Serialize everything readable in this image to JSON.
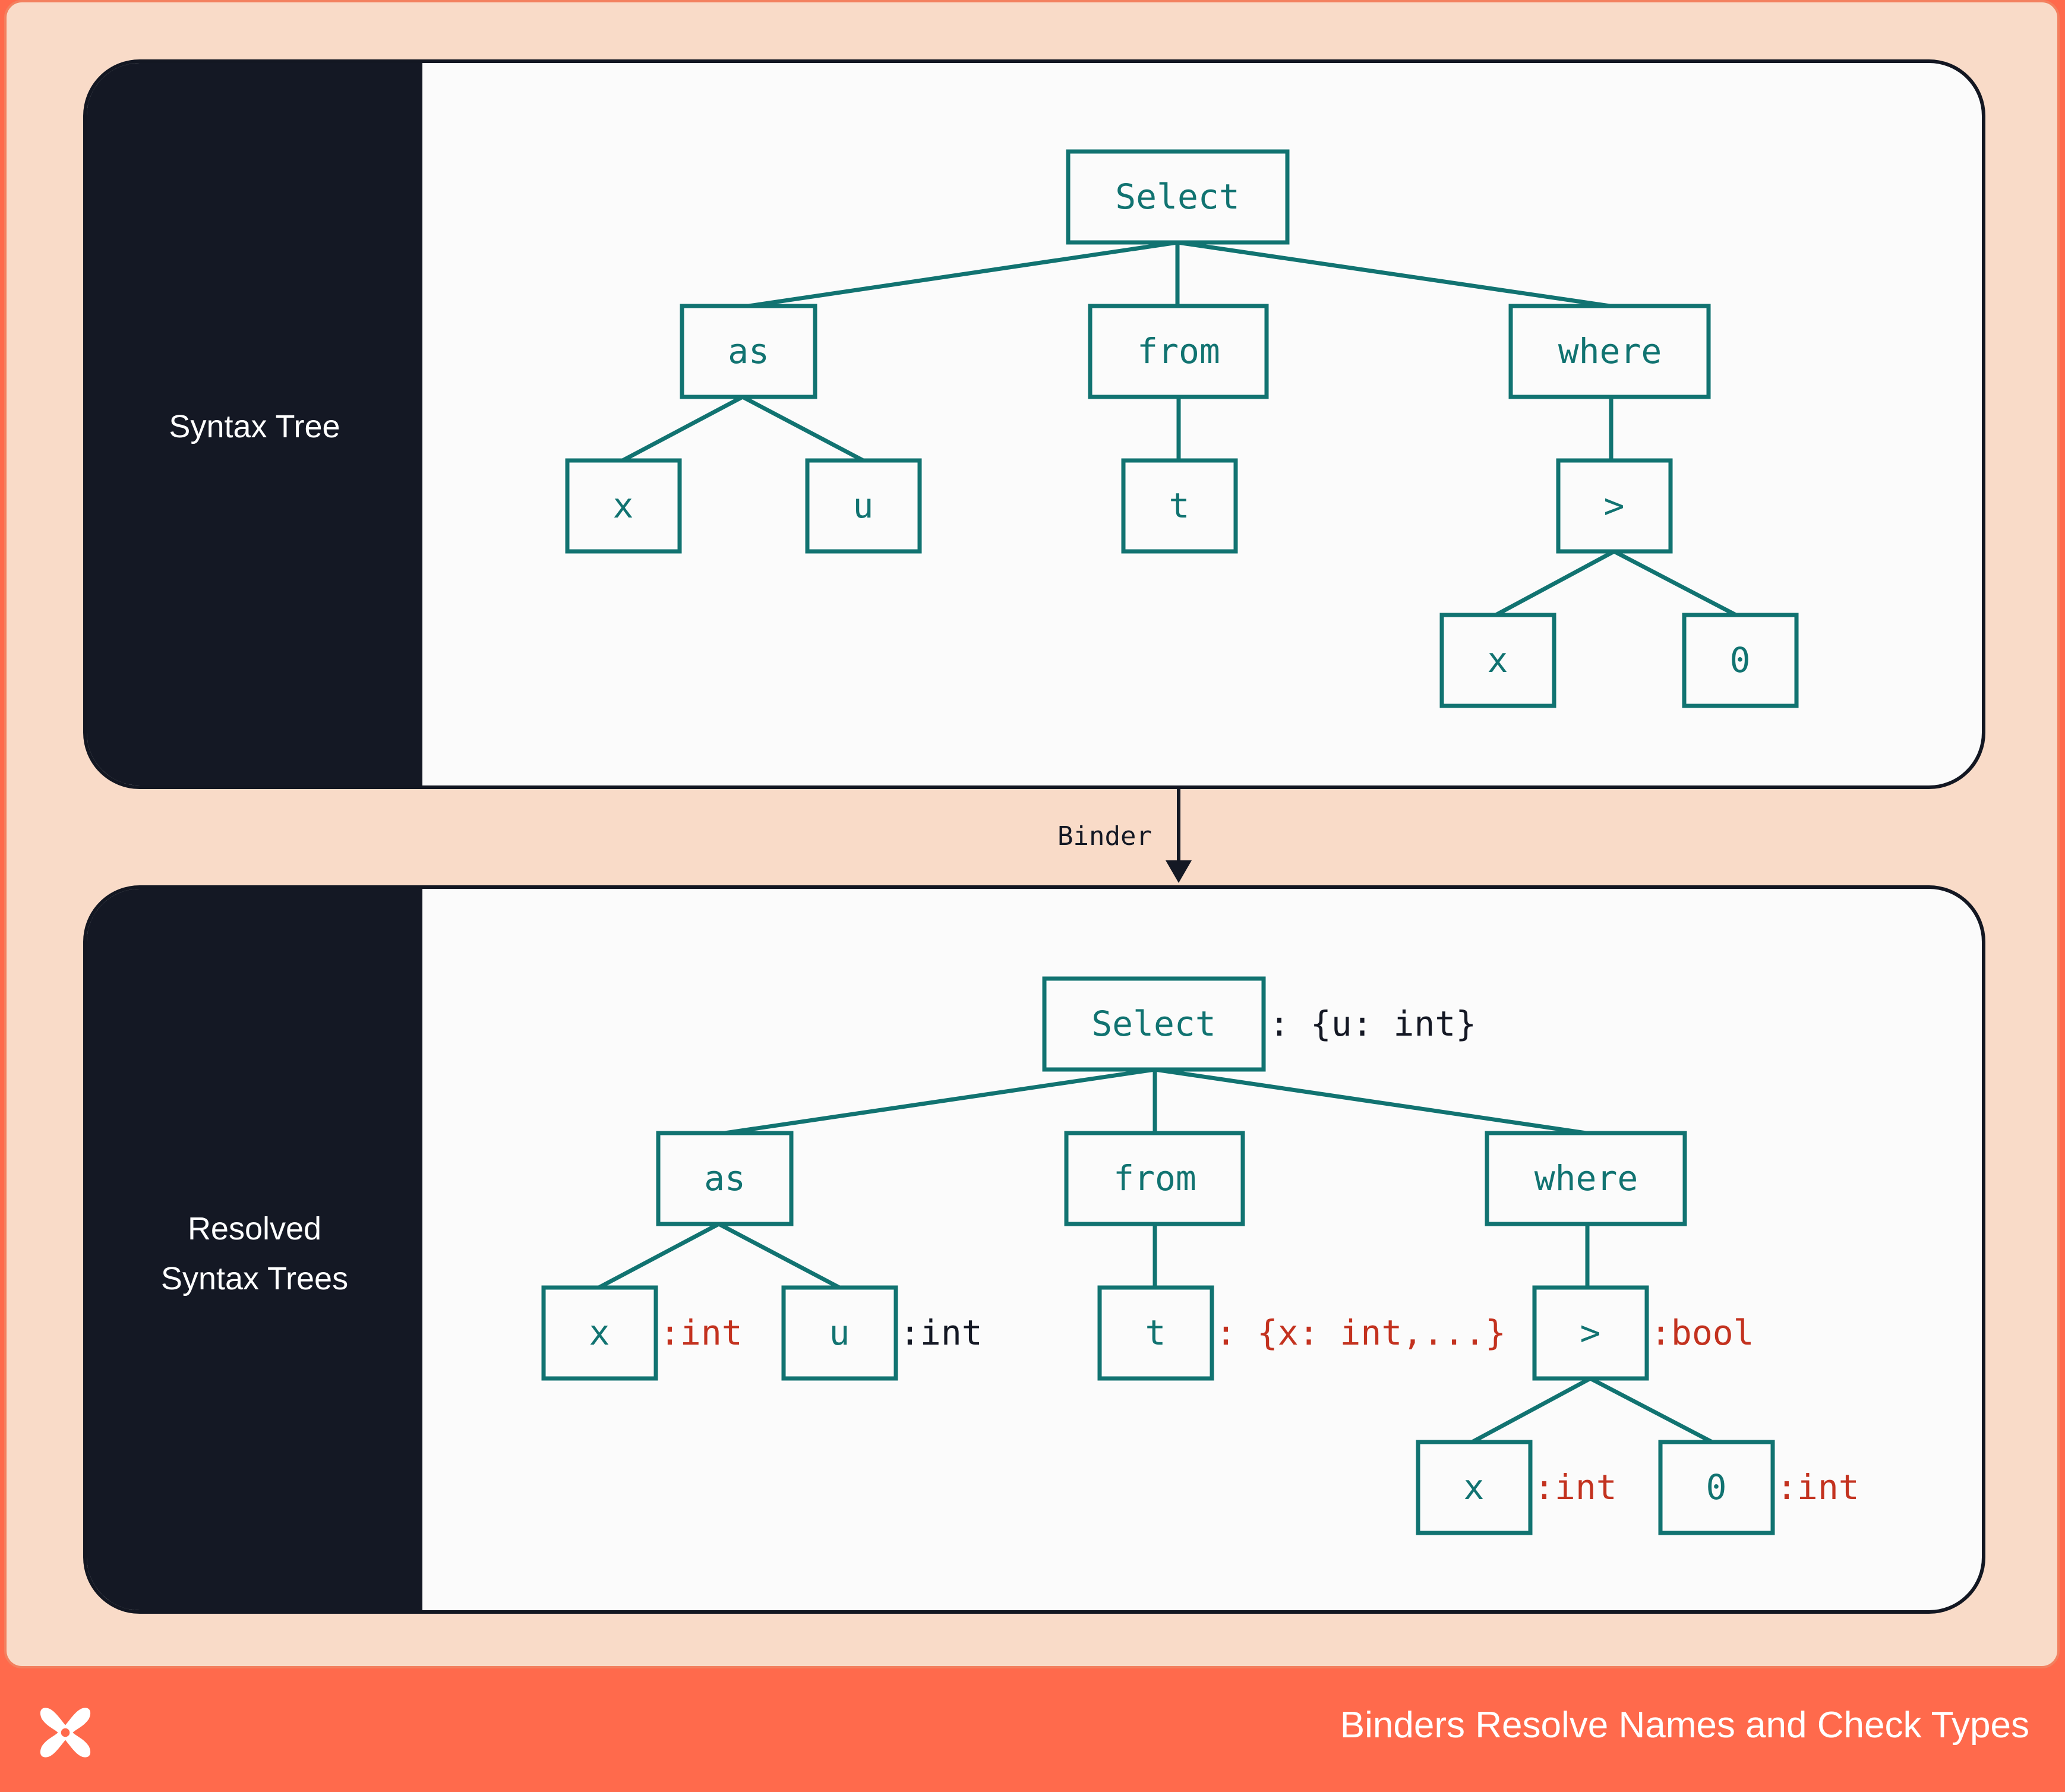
{
  "top_panel": {
    "label": "Syntax Tree",
    "nodes": {
      "select": "Select",
      "as": "as",
      "from": "from",
      "where": "where",
      "x": "x",
      "u": "u",
      "t": "t",
      "gt": ">",
      "x2": "x",
      "zero": "0"
    }
  },
  "edge_label": "Binder",
  "bottom_panel": {
    "label_line1": "Resolved",
    "label_line2": "Syntax Trees",
    "nodes": {
      "select": "Select",
      "as": "as",
      "from": "from",
      "where": "where",
      "x": "x",
      "u": "u",
      "t": "t",
      "gt": ">",
      "x2": "x",
      "zero": "0"
    },
    "annotations": {
      "select_type": ": {u: int}",
      "x_type": ":int",
      "u_type": ":int",
      "t_type": ": {x: int,...}",
      "gt_type": ":bool",
      "x2_type": ":int",
      "zero_type": ":int"
    }
  },
  "footer": {
    "title": "Binders Resolve Names and Check Types",
    "logo_icon": "cross-logo-icon"
  },
  "colors": {
    "node": "#117371",
    "annotation_red": "#c3321f",
    "annotation_black": "#141824",
    "background_orange": "#ff6a4c",
    "frame_peach": "#f9dbc8"
  }
}
